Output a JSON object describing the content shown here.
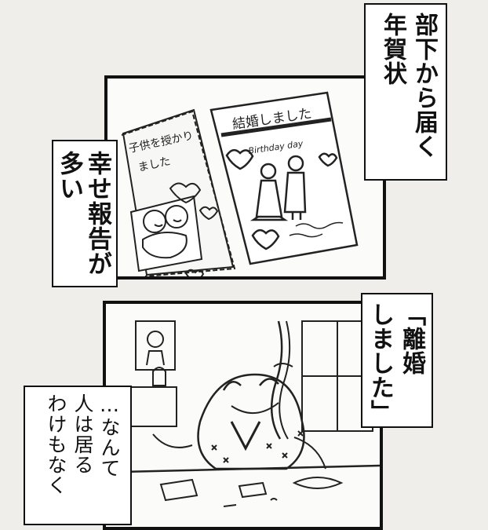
{
  "captions": {
    "top_right": [
      "部下から届く",
      "年賀状"
    ],
    "left": [
      "幸せ報告が",
      "多い"
    ],
    "bottom_right": [
      "「離婚",
      "しました」"
    ],
    "bottom_left": [
      "…なんて",
      "人は居る",
      "わけもなく"
    ]
  },
  "cards": {
    "wedding": {
      "title": "結婚しました",
      "sub": "Birthday day"
    },
    "baby": {
      "title_line1": "子供を授かり",
      "title_line2": "ました"
    }
  }
}
